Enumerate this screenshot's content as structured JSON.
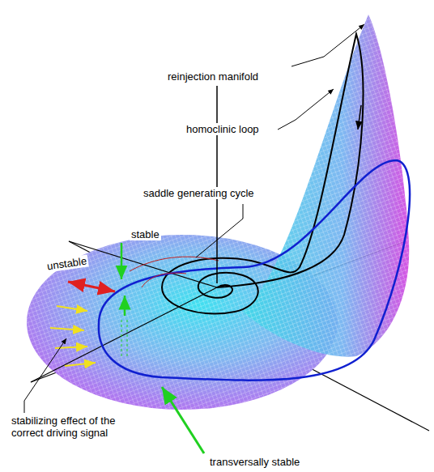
{
  "diagram": {
    "labels": [
      "reinjection manifold",
      "homoclinic loop",
      "saddle generating cycle",
      "stable",
      "unstable",
      "stabilizing effect of the correct driving signal",
      "transversally stable"
    ]
  }
}
